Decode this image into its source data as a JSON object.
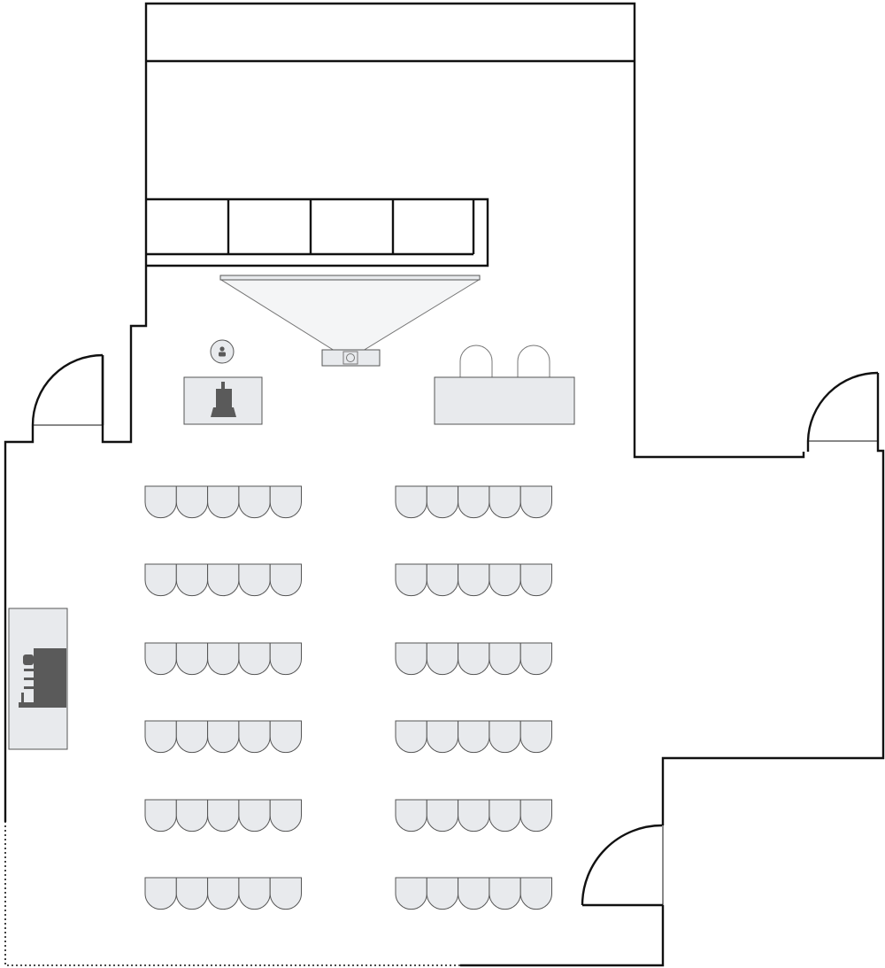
{
  "floor_plan": {
    "rooms": [
      "main-room",
      "stage-niche"
    ],
    "doors": [
      "door-west",
      "door-east",
      "door-south"
    ],
    "furniture": [
      "storage-cabinet",
      "lectern-table",
      "lectern",
      "presenter-icon",
      "projector",
      "projection-screen",
      "panel-table",
      "panel-chairs",
      "catering-table"
    ],
    "seating": {
      "layout": "theater",
      "blocks": 2,
      "rows_per_block": 6,
      "chairs_per_row": 5
    },
    "colors": {
      "wall": "#111111",
      "furniture_fill": "#e8eaed",
      "furniture_stroke": "#555555",
      "icon_dark": "#5a5a5a"
    },
    "icons": {
      "lectern": "lectern-icon",
      "presenter": "person-icon",
      "projector": "projector-icon",
      "catering": "catering-icon"
    }
  }
}
